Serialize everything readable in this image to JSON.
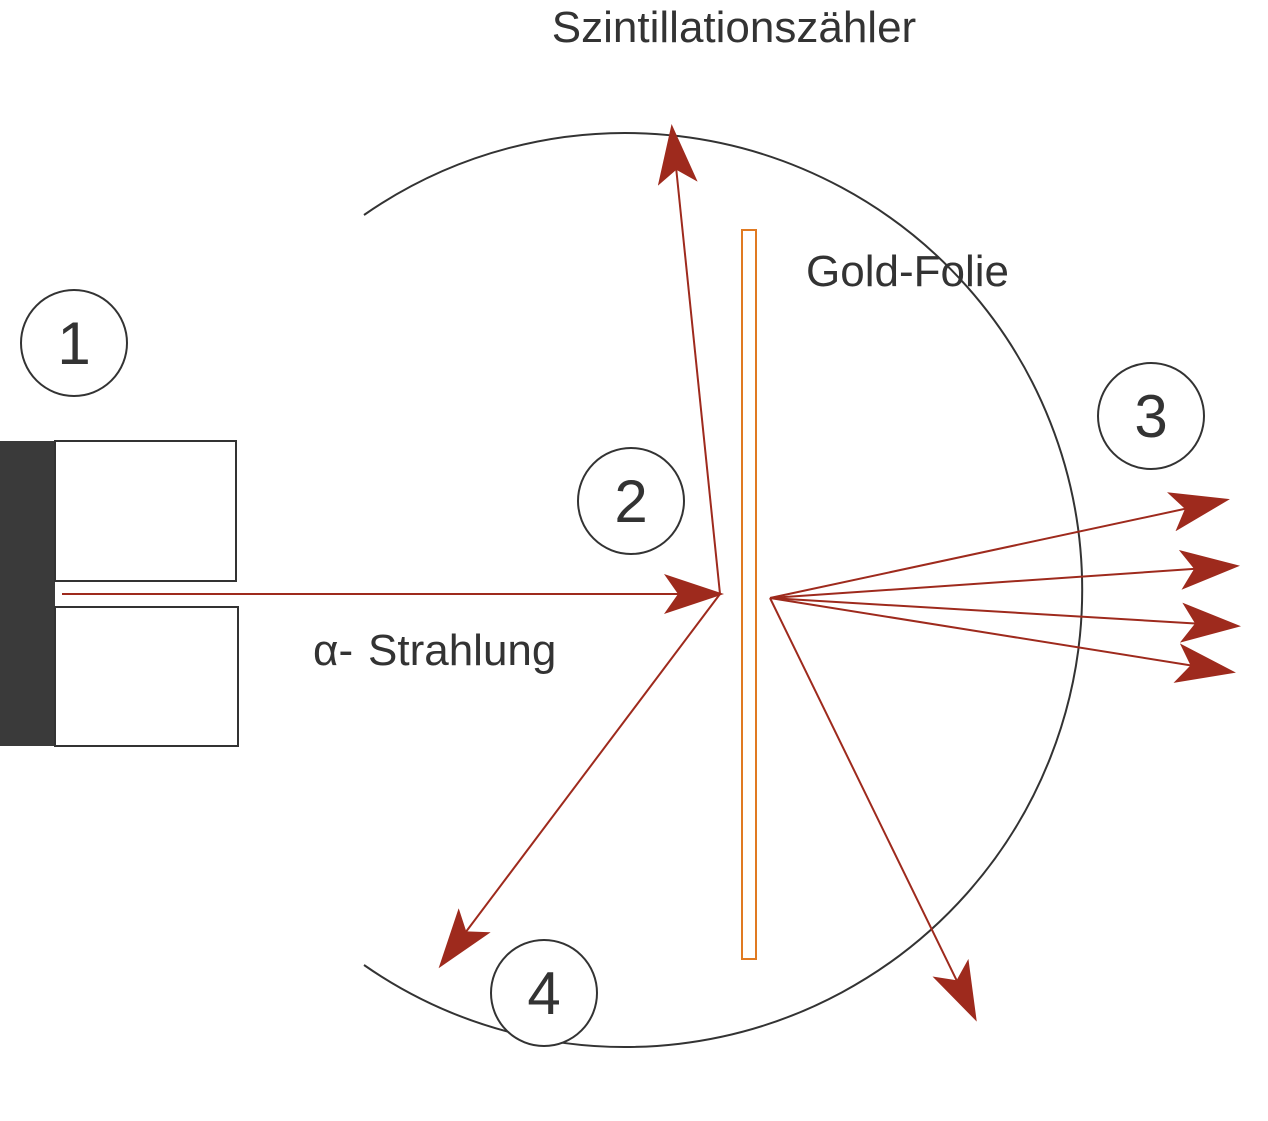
{
  "labels": {
    "detector": "Szintillationszähler",
    "foil": "Gold-Folie",
    "alpha_symbol": "α-",
    "radiation": "Strahlung"
  },
  "markers": [
    "1",
    "2",
    "3",
    "4"
  ],
  "colors": {
    "ray": "#9e2a1d",
    "foil": "#e07a22",
    "source": "#3a3a3a",
    "outline": "#333333"
  }
}
